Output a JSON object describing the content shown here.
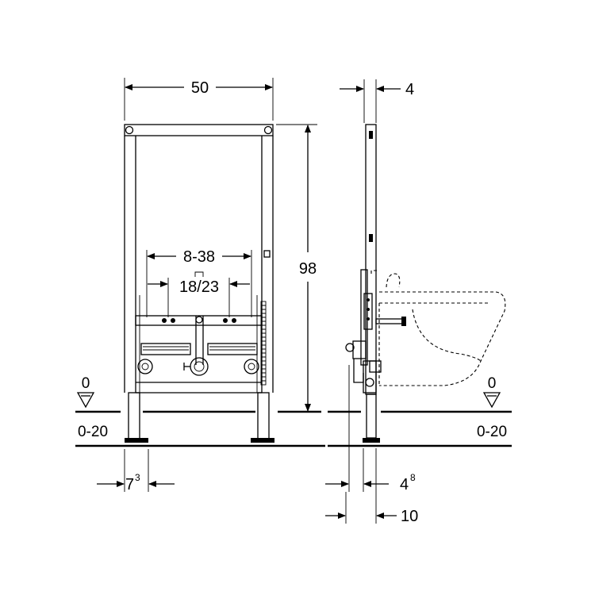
{
  "front_view": {
    "width": "50",
    "height": "98",
    "connection_spacing": "8-38",
    "supply_spacing": "18/23",
    "foot_width_base": "7",
    "foot_width_sup": "3",
    "floor_level": "0",
    "floor_range": "0-20"
  },
  "side_view": {
    "frame_depth": "4",
    "offset_base": "4",
    "offset_sup": "8",
    "total_depth": "10",
    "floor_level": "0",
    "floor_range": "0-20"
  },
  "colors": {
    "line": "#000000",
    "background": "#ffffff"
  }
}
